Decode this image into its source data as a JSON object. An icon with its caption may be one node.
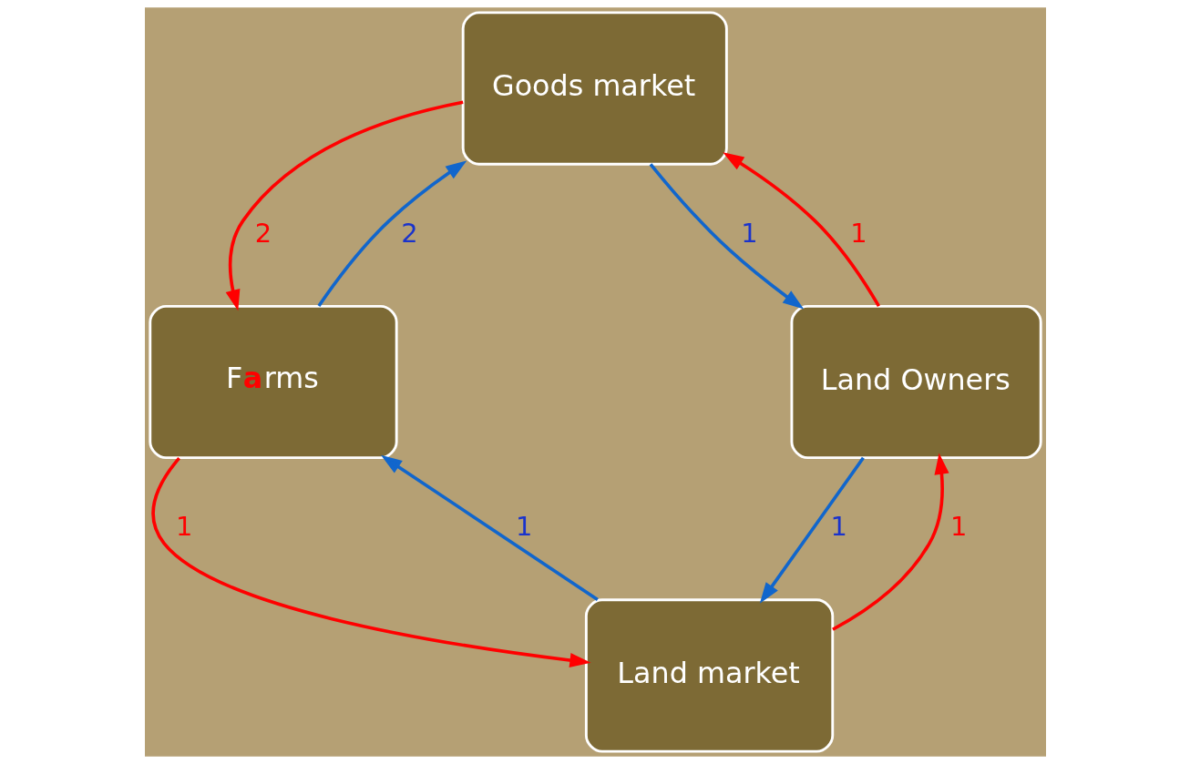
{
  "diagram": {
    "nodes": [
      {
        "text": [
          "Goods market"
        ]
      },
      {
        "text": [
          "F**a**rms"
        ]
      },
      {
        "text": [
          "Land Owners"
        ]
      },
      {
        "text": [
          "Land market"
        ]
      }
    ],
    "edges": [
      {
        "from": 1,
        "to": 0,
        "arrow": "to",
        "label": "2",
        "color": "#1166cc"
      },
      {
        "from": 0,
        "to": 1,
        "arrow": "to",
        "label": "2",
        "color": "#ff0000"
      },
      {
        "from": 0,
        "to": 2,
        "arrow": "to",
        "label": "1",
        "color": "#1166cc"
      },
      {
        "from": 2,
        "to": 0,
        "arrow": "to",
        "label": "1",
        "color": "#ff0000"
      },
      {
        "from": 1,
        "to": 3,
        "arrow": "to",
        "label": "1",
        "color": "#ff0000"
      },
      {
        "from": 3,
        "to": 1,
        "arrow": "to",
        "label": "1",
        "color": "#1166cc"
      },
      {
        "from": 3,
        "to": 2,
        "arrow": "to",
        "label": "1",
        "color": "#ff0000"
      },
      {
        "from": 2,
        "to": 3,
        "arrow": "to",
        "label": "1",
        "color": "#1166cc"
      }
    ]
  }
}
